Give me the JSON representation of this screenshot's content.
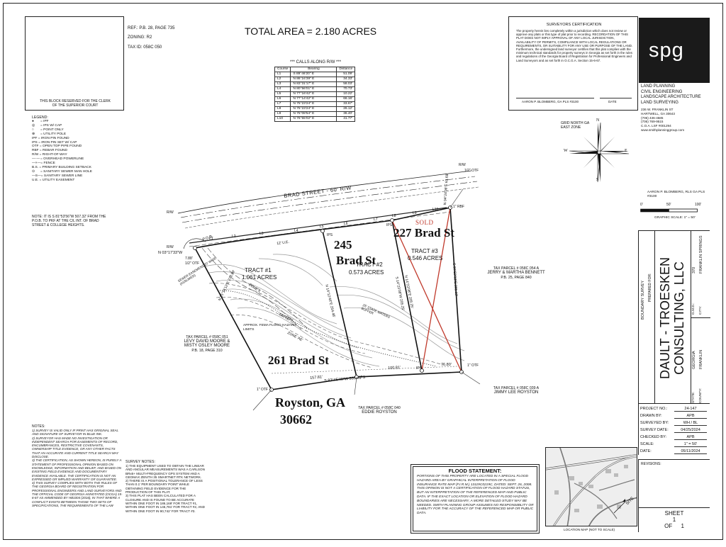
{
  "header": {
    "ref": "REF.: P.B. 28, PAGE 735",
    "zoning": "ZONING: R2",
    "tax_id": "TAX ID: 058C 050",
    "total_area": "TOTAL AREA = 2.180 ACRES",
    "clerk_block": "THIS BLOCK RESERVED FOR THE CLERK OF THE SUPERIOR COURT"
  },
  "calls": {
    "title": "*** CALLS ALONG R/W ***",
    "headers": [
      "Course",
      "Bearing",
      "Distance"
    ],
    "rows": [
      [
        "L1",
        "S 89°46'20\" E",
        "51.09'"
      ],
      [
        "L2",
        "N 86°24'39\" E",
        "34.33'"
      ],
      [
        "L3",
        "N 83°31'17\" E",
        "58.03'"
      ],
      [
        "L4",
        "N 80°56'01\" E",
        "70.73'"
      ],
      [
        "L5",
        "N 77°16'42\" E",
        "10.22'"
      ],
      [
        "L6",
        "N 77°14'42\" E",
        "66.16'"
      ],
      [
        "L7",
        "N 75°23'24\" E",
        "33.67'"
      ],
      [
        "L8",
        "N 75°23'24\" E",
        "26.12'"
      ],
      [
        "L9",
        "N 75°08'54\" E",
        "36.40'"
      ],
      [
        "L10",
        "N 76°55'02\" E",
        "41.77'"
      ]
    ]
  },
  "certification": {
    "title": "SURVEYORS CERTIFICATION",
    "text": "The property herein lies completely within a jurisdiction which does not review or approve any plats or this type of plat prior to recording. RECORDATION OF THIS PLAT DOES NOT IMPLY APPROVAL OF ANY LOCAL JURISDICTION, AVAILABILITY OF PERMITS, COMPLIANCE WITH LOCAL REGULATIONS OR REQUIREMENTS, OR SUITABILITY FOR ANY USE OR PURPOSE OF THE LAND. Furthermore, the undersigned land surveyor certifies that this plat complies with the minimum technical standards for property surveys in Georgia as set forth in the rules and regulations of the Georgia Board of Registration for Professional Engineers and Land Surveyors and as set forth in O.C.G.A. Section 15-6-67.",
    "signature": "AARON P. BLOMBERG, GA PLS #3100",
    "date_label": "DATE"
  },
  "company": {
    "logo": "spg",
    "services": [
      "LAND PLANNING",
      "CIVIL ENGINEERING",
      "LANDSCAPE ARCHITECTURE",
      "LAND SURVEYING"
    ],
    "address": [
      "236 W. FRANKLIN ST",
      "HARTWELL, GA 30643",
      "(706) 436-4585",
      "(706) 769-9515",
      "C.O.A. LSF #001294",
      "www.smithplanninggroup.com"
    ]
  },
  "legend": {
    "title": "LEGEND:",
    "items": [
      "= IPF",
      "= IPS W/ CAP",
      "= POINT ONLY",
      "= UTILITY POLE",
      "IPF = IRON PIN FOUND",
      "IPS = IRON PIN SET W/ CAP",
      "OTF = OPEN TOP PIPE FOUND",
      "RBF = REBAR FOUND",
      "R/W = RIGHT-OF-WAY",
      "= OVERHEAD POWERLINE",
      "= FENCE",
      "B.S. = PRIMARY BUILDING SETBACK",
      "= SANITARY SEWER MAN HOLE",
      "= SANITARY SEWER LINE",
      "U.E. = UTILITY EASEMENT"
    ]
  },
  "note": "NOTE: IT IS S 81°53'56\"W 507.32' FROM THE P.O.B. TO PKF AT THE C/L INT. OF BRAD STREET & COLLEGE HEIGHTS.",
  "compass": {
    "n": "N",
    "s": "S",
    "e": "E",
    "w": "W",
    "label": "GRID NORTH GA EAST ZONE"
  },
  "scale": {
    "surveyor": "AARON P. BLOMBERG, RLS GA PLS #3100",
    "ticks": [
      "0'",
      "50'",
      "100'"
    ],
    "label": "GRAPHIC SCALE: 1\" = 50'"
  },
  "plat": {
    "street": "BRAD STREET - 60' R/W",
    "rw": "R/W",
    "pob": "P.O.B.",
    "start_bearing": "N 03°17'33\"W",
    "start_dist": "7.88'",
    "start_pipe": "1/2\" OTF",
    "ue": "12' U.E.",
    "call_labels": [
      "L1",
      "L2",
      "L3",
      "L4",
      "L5",
      "L6",
      "L7",
      "L8",
      "L9",
      "L10"
    ],
    "ips": "IPS",
    "rbf": "1\" RBF",
    "otf_top": "1/2\" OTF",
    "tract1": "TRACT #1",
    "tract1_area": "1.061 ACRES",
    "tract2": "TRACT #2",
    "tract2_area": "0.573 ACRES",
    "tract3": "TRACT #3",
    "tract3_area": "0.546 ACRES",
    "sold": "SOLD",
    "lot_245": "245",
    "lot_245_b": "Brad St",
    "lot_227": "227 Brad St",
    "lot_261": "261 Brad St",
    "city": "Royston, GA",
    "zip": "30662",
    "east_top": "N 04°24'06\"E 63.69'",
    "bearing_west": "N 25°15'12\"E 273.59'",
    "bearing_t1t2": "N 14°12'46\"E 254.48'",
    "bearing_t2t3": "S 14°23'08\"W 205.25'",
    "bearing_t3mid": "N 14°23'08\"E 205.25'",
    "bearing_east": "S 07°59'13\"E 265.10'",
    "bearing_south": "S 82°45'48\"W 335.41'",
    "dist_a": "157.81'",
    "dist_b": "100.81'",
    "dist_c": "76.80'",
    "otf_sw": "1\" OTF",
    "otf_se": "1\" OTF",
    "sewer": "SEWER EASEMENT 20' WIDE (ASSUMED)",
    "zone_x": "ZONE X",
    "zone_ae": "ZONE 'AE'",
    "branch": "BRANCH",
    "buffer": "25' STATE WATERS BUFFER",
    "fema": "APPROX. FEMA FLOOD HAZARD LIMITS",
    "parcel_west": [
      "TAX PARCEL # 058C 051",
      "LEVY DAVID MOORE &",
      "MISTY OSLEY MOORE",
      "P.B. 18, PAGE 310"
    ],
    "parcel_east": [
      "TAX PARCEL # 058C 054 A",
      "JERRY & MARTHA BENNETT",
      "P.B. 25, PAGE 840"
    ],
    "parcel_se": [
      "TAX PARCEL # 058C 039 A",
      "JIMMY LEE ROYSTON"
    ],
    "parcel_s": [
      "TAX PARCEL # 058C 040",
      "EDDIE ROYSTON"
    ]
  },
  "notes": {
    "title": "NOTES:",
    "items": [
      "1) SURVEY IS VALID ONLY IF PRINT HAS ORIGINAL SEAL AND SIGNATURE OF SURVEYOR IN BLUE INK.",
      "2) SURVEYOR HAS MADE NO INVESTIGATION OR INDEPENDENT SEARCH FOR EASEMENTS OF RECORD, ENCUMBRANCES, RESTRICTIVE COVENANTS, OWNERSHIP TITLE EVIDENCE, OR ANY OTHER FACTS THAT AN ACCURATE AND CURRENT TITLE SEARCH MAY DISCLOSE.",
      "3) THE CERTIFICATION, AS SHOWN HEREON, IS PURELY A STATEMENT OF PROFESSIONAL OPINION BASED ON KNOWLEDGE, INFORMATION AND BELIEF, AND BASED ON EXISTING FIELD EVIDENCE AND DOCUMENTARY EVIDENCE AVAILABLE. THE CERTIFICATION IS NOT AN EXPRESSED OR IMPLIED WARRANTY OR GUARANTEE.",
      "4) THIS SURVEY COMPLIES WITH BOTH THE RULES OF THE GEORGIA BOARD OF REGISTRATION FOR PROFESSIONAL ENGINEERS AND LAND SURVEYORS AND THE OFFICIAL CODE OF GEORGIA ANNOTATED (OCGA) 15-6-67 AS AMMENDED BY HB1004 (2016), IN THAT WHERE A CONFLICT EXISTS BETWEEN THOSE TWO SETS OF SPECIFICATIONS, THE REQUIREMENTS OF THE LAW"
    ]
  },
  "survey_notes": {
    "title": "SURVEY NOTES:",
    "items": [
      "1) THE EQUIPMENT USED TO OBTAIN THE LINEAR AND ANGULAR MEASUREMENTS WAS A CARLSON BRx6+ MULTI-FREQUENCY GPS SYSTEM AND A GEOMAX ZENITH 35 SMARTNET RTK NETWORK.",
      "2) THERE IS A POSITIONAL TOLERANCE OF LESS THAN 0.1' PER BOUNDARY POINT WHILE OBTAINING FIELD EVIDENCE FOR THE PRODUCTION OF THIS PLAT.",
      "3) THIS PLAT HAS BEEN CALCULATED FOR A CLOSURE AND IS FOUND TO BE ACCURATE WITHIN ONE FOOT IN 186,169' FOR TRACT #1, WITHIN ONE FOOT IN 145,781' FOR TRACT #2, AND WITHIN ONE FOOT IN 90,742' FOR TRACT #3."
    ]
  },
  "flood": {
    "title": "FLOOD STATEMENT:",
    "text": "PORTIONS OF THIS PROPERTY ARE LOCATED IN A SPECIAL FLOOD HAZARD AREA BY GRAPHICAL INTERPRETATION OF FLOOD INSURANCE RATE MAP (F.I.R.M.) 13119C0219C, DATED: SEPT. 26, 2008. THIS OPINION IS NOT A CERTIFICATION OF FLOOD HAZARD STATUS, BUT AN INTERPRETATION OF THE REFERENCED MAP AND PUBLIC DATA. IF THE EXACT LOCATION OR ELEVATION OF FLOOD HAZARD BOUNDARIES ARE NECESSARY, A MORE DETAILED STUDY MAY BE NEEDED. SMITH PLANNING GROUP ASSUMES NO RESPONSIBILITY OR LIABILITY FOR THE ACCURACY OF THE REFERENCED MAP OR PUBLIC DATA."
  },
  "title_block": {
    "survey_type": "BOUNDARY SURVEY",
    "prepared_for": "PREPARED FOR:",
    "client": "DAULT - TROESKEN CONSULTING, LLC",
    "gmd_label": "G.M.D.:",
    "gmd": "370",
    "city_label": "CITY:",
    "city": "FRANKLIN SPRINGS",
    "state_label": "STATE:",
    "state": "GEORGIA",
    "county_label": "COUNTY:",
    "county": "FRANKLIN",
    "rows": [
      {
        "k": "PROJECT NO.:",
        "v": "24-147"
      },
      {
        "k": "DRAWN BY:",
        "v": "APB"
      },
      {
        "k": "SURVEYED BY:",
        "v": "WH / BL"
      },
      {
        "k": "SURVEY DATE:",
        "v": "04/25/2024"
      },
      {
        "k": "CHECKED BY:",
        "v": "APB"
      },
      {
        "k": "SCALE:",
        "v": "1\" = 50'"
      },
      {
        "k": "DATE:",
        "v": "05/11/2024"
      }
    ],
    "revisions": "REVISIONS:",
    "location_map": "LOCATION MAP (NOT TO SCALE)",
    "site": "SITE",
    "sheet": "SHEET",
    "sheet_no": "1",
    "of": "OF",
    "sheet_total": "1"
  }
}
